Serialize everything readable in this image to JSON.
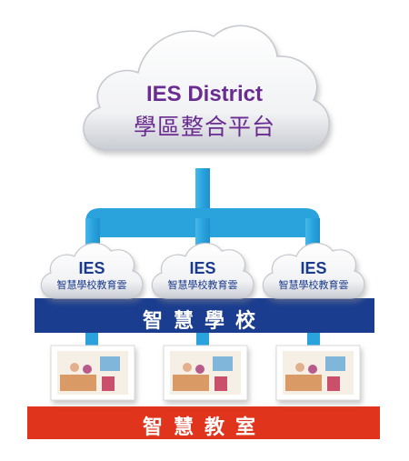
{
  "main_cloud": {
    "title": "IES District",
    "subtitle": "學區整合平台"
  },
  "school_clouds": [
    {
      "title": "IES",
      "subtitle": "智慧學校教育雲"
    },
    {
      "title": "IES",
      "subtitle": "智慧學校教育雲"
    },
    {
      "title": "IES",
      "subtitle": "智慧學校教育雲"
    }
  ],
  "bands": {
    "school": "智慧學校",
    "classroom": "智慧教室"
  },
  "colors": {
    "connector": "#29a8e0",
    "connector_dark": "#1583c0",
    "blue_band": "#1b3d8f",
    "red_band": "#e0341c",
    "text_purple": "#6a2c91",
    "text_navy": "#1a3a8c"
  },
  "icons": [
    "classroom-photo",
    "classroom-photo",
    "classroom-photo"
  ]
}
